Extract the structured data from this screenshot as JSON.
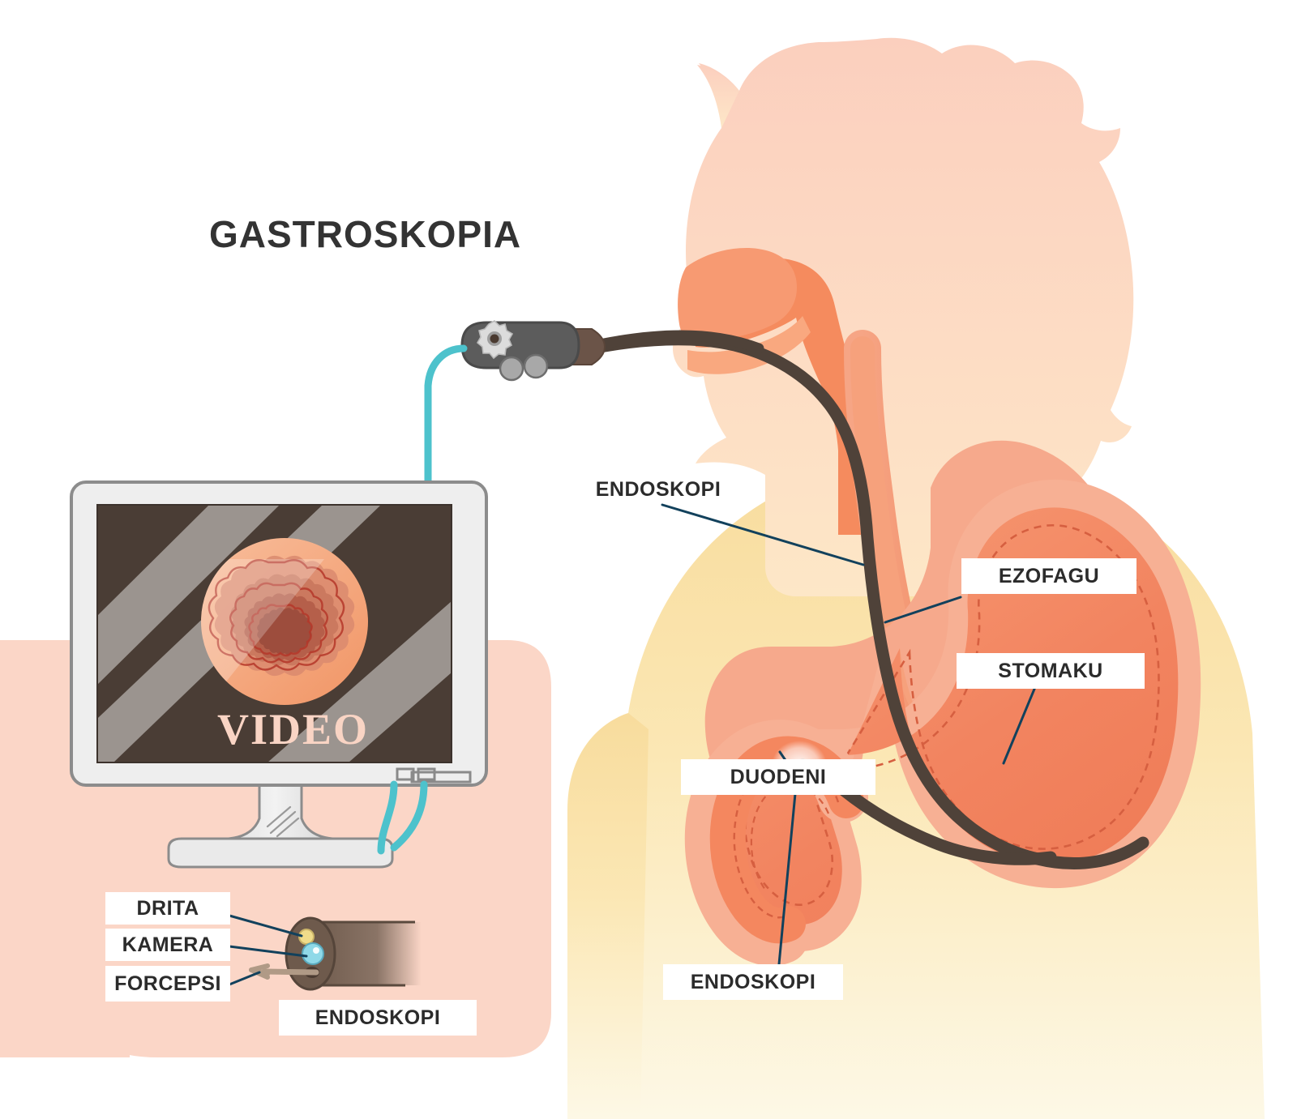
{
  "diagram": {
    "title": "GASTROSKOPIA",
    "language_note": "Albanian medical illustration"
  },
  "monitor": {
    "screen_text": "VIDEO",
    "screen_bg": "#4a3d35",
    "stripe_color": "#9b948f",
    "bezel_color": "#eeeeee",
    "bezel_border": "#8c8c8c",
    "endoscopic_view": {
      "outer_color": "#f5a97f",
      "mid_color": "#d98a6e",
      "inner_color": "#c0614c",
      "core_color": "#a84b3c"
    }
  },
  "endoscope_handle": {
    "body_color": "#5c5c5c",
    "dial_color": "#d8d8d8",
    "button_color": "#a8a8a8",
    "cable_color": "#4dc2cc",
    "tube_color": "#6b5448"
  },
  "anatomy": {
    "head_color_top": "#fbd2c3",
    "head_color_bottom": "#fde3c9",
    "body_color_top": "#f8dc9d",
    "body_color_bottom": "#fdf7e4",
    "throat_color": "#f58b5e",
    "throat_light": "#f9a97f",
    "esophagus_outer": "#f2a17c",
    "esophagus_inner": "#f59a72",
    "stomach_outer": "#f6a98c",
    "stomach_fill": "#f2825e",
    "stomach_dash": "#d65f40",
    "scope_color": "#4f4239",
    "panel_pink": "#fbd6c7"
  },
  "labels": {
    "endoskopi_neck": "ENDOSKOPI",
    "ezofagu": "EZOFAGU",
    "stomaku": "STOMAKU",
    "duodeni": "DUODENI",
    "endoskopi_duodenum": "ENDOSKOPI",
    "drita": "DRITA",
    "kamera": "KAMERA",
    "forcepsi": "FORCEPSI",
    "endoskopi_tip": "ENDOSKOPI"
  },
  "tip_parts": {
    "light_color": "#f0dc8a",
    "camera_color": "#8fd9e8",
    "forceps_color": "#b09a86",
    "tip_body_color": "#6e5a4c"
  },
  "leader_line_color": "#12415c"
}
